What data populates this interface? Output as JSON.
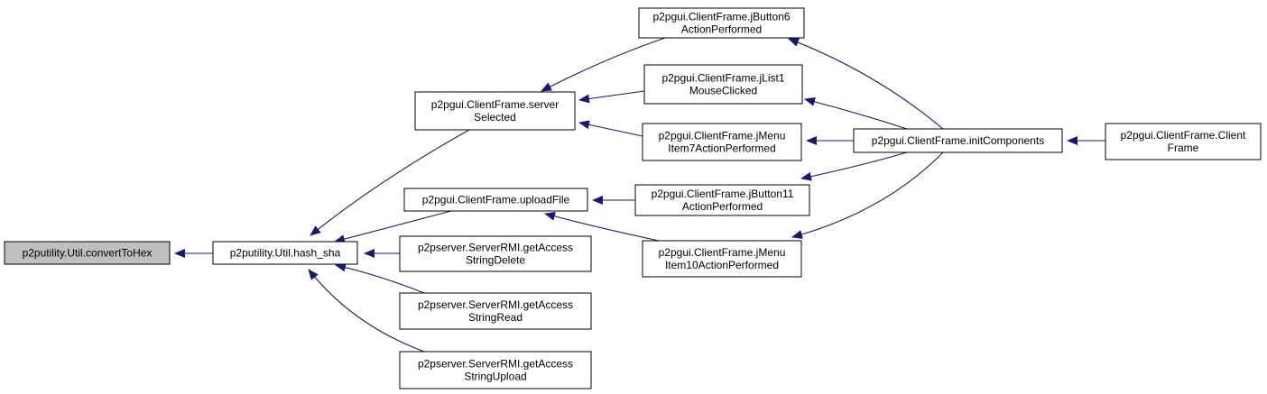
{
  "diagram": {
    "colors": {
      "edge": "#191970",
      "node_fill": "#ffffff",
      "root_fill": "#bfbfbf",
      "border": "#000000"
    },
    "nodes": {
      "convertToHex": {
        "lines": [
          "p2putility.Util.convertToHex"
        ]
      },
      "hash_sha": {
        "lines": [
          "p2putility.Util.hash_sha"
        ]
      },
      "serverSelected": {
        "lines": [
          "p2pgui.ClientFrame.server",
          "Selected"
        ]
      },
      "uploadFile": {
        "lines": [
          "p2pgui.ClientFrame.uploadFile"
        ]
      },
      "getDelete": {
        "lines": [
          "p2pserver.ServerRMI.getAccess",
          "StringDelete"
        ]
      },
      "getRead": {
        "lines": [
          "p2pserver.ServerRMI.getAccess",
          "StringRead"
        ]
      },
      "getUpload": {
        "lines": [
          "p2pserver.ServerRMI.getAccess",
          "StringUpload"
        ]
      },
      "jButton6": {
        "lines": [
          "p2pgui.ClientFrame.jButton6",
          "ActionPerformed"
        ]
      },
      "jList1": {
        "lines": [
          "p2pgui.ClientFrame.jList1",
          "MouseClicked"
        ]
      },
      "jMenuItem7": {
        "lines": [
          "p2pgui.ClientFrame.jMenu",
          "Item7ActionPerformed"
        ]
      },
      "jButton11": {
        "lines": [
          "p2pgui.ClientFrame.jButton11",
          "ActionPerformed"
        ]
      },
      "jMenuItem10": {
        "lines": [
          "p2pgui.ClientFrame.jMenu",
          "Item10ActionPerformed"
        ]
      },
      "initComponents": {
        "lines": [
          "p2pgui.ClientFrame.initComponents"
        ]
      },
      "clientFrame": {
        "lines": [
          "p2pgui.ClientFrame.Client",
          "Frame"
        ]
      }
    },
    "edges": [
      {
        "from": "hash_sha",
        "to": "convertToHex"
      },
      {
        "from": "serverSelected",
        "to": "hash_sha"
      },
      {
        "from": "uploadFile",
        "to": "hash_sha"
      },
      {
        "from": "getDelete",
        "to": "hash_sha"
      },
      {
        "from": "getRead",
        "to": "hash_sha"
      },
      {
        "from": "getUpload",
        "to": "hash_sha"
      },
      {
        "from": "jButton6",
        "to": "serverSelected"
      },
      {
        "from": "jList1",
        "to": "serverSelected"
      },
      {
        "from": "jMenuItem7",
        "to": "serverSelected"
      },
      {
        "from": "jButton11",
        "to": "uploadFile"
      },
      {
        "from": "jMenuItem10",
        "to": "uploadFile"
      },
      {
        "from": "initComponents",
        "to": "jButton6"
      },
      {
        "from": "initComponents",
        "to": "jList1"
      },
      {
        "from": "initComponents",
        "to": "jMenuItem7"
      },
      {
        "from": "initComponents",
        "to": "jButton11"
      },
      {
        "from": "initComponents",
        "to": "jMenuItem10"
      },
      {
        "from": "clientFrame",
        "to": "initComponents"
      }
    ]
  }
}
